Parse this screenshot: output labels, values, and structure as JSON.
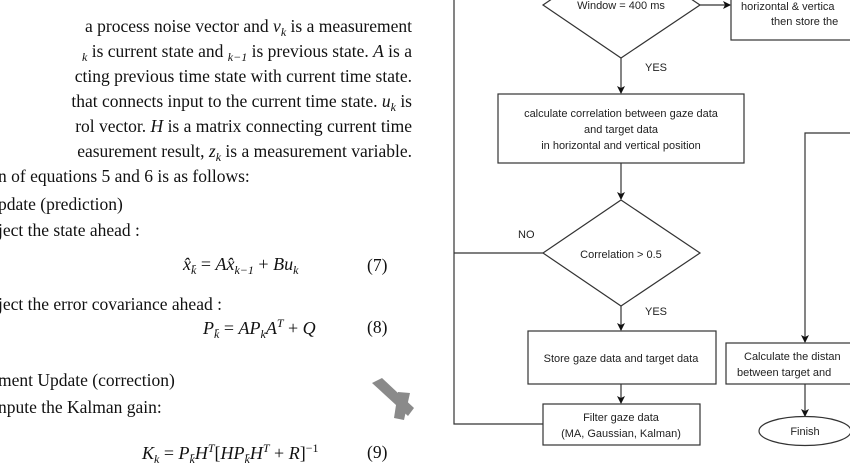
{
  "text_lines": [
    [
      {
        "t": "a process noise vector and "
      },
      {
        "t": "v",
        "s": "it"
      },
      {
        "t": "k",
        "s": "sub"
      },
      {
        "t": " is a measurement"
      }
    ],
    [
      {
        "t": "k",
        "s": "sub"
      },
      {
        "t": " is current state and "
      },
      {
        "t": "k−1",
        "s": "sub"
      },
      {
        "t": " is previous state. "
      },
      {
        "t": "A",
        "s": "it"
      },
      {
        "t": " is a"
      }
    ],
    [
      {
        "t": "cting previous time state with current time state."
      }
    ],
    [
      {
        "t": " that connects input to the current time state. "
      },
      {
        "t": "u",
        "s": "it"
      },
      {
        "t": "k",
        "s": "sub"
      },
      {
        "t": " is"
      }
    ],
    [
      {
        "t": "rol vector. "
      },
      {
        "t": "H",
        "s": "it"
      },
      {
        "t": " is a matrix connecting current time"
      }
    ],
    [
      {
        "t": "easurement result, "
      },
      {
        "t": "z",
        "s": "it"
      },
      {
        "t": "k",
        "s": "sub"
      },
      {
        "t": " is a measurement variable."
      }
    ],
    [
      {
        "t": "n of equations 5 and 6 is as follows:"
      }
    ],
    [
      {
        "t": "pdate (prediction)"
      }
    ],
    [
      {
        "t": "ject the state ahead :"
      }
    ],
    [
      {
        "t": "ject the error covariance ahead :"
      }
    ],
    [
      {
        "t": "ment Update (correction)"
      }
    ],
    [
      {
        "t": "npute the Kalman gain:"
      }
    ]
  ],
  "equations": [
    {
      "segments": [
        {
          "t": "x̂",
          "s": "it"
        },
        {
          "t": "k̄",
          "s": "sub"
        },
        {
          "t": " = "
        },
        {
          "t": "A",
          "s": "it"
        },
        {
          "t": "x̂",
          "s": "it"
        },
        {
          "t": "k−1",
          "s": "sub"
        },
        {
          "t": " + "
        },
        {
          "t": "Bu",
          "s": "it"
        },
        {
          "t": "k",
          "s": "sub"
        }
      ],
      "number": "(7)"
    },
    {
      "segments": [
        {
          "t": "P",
          "s": "it"
        },
        {
          "t": "k̄",
          "s": "sub"
        },
        {
          "t": " = "
        },
        {
          "t": "AP",
          "s": "it"
        },
        {
          "t": "k",
          "s": "sub"
        },
        {
          "t": "A",
          "s": "it"
        },
        {
          "t": "T",
          "s": "sup"
        },
        {
          "t": " + "
        },
        {
          "t": "Q",
          "s": "it"
        }
      ],
      "number": "(8)"
    },
    {
      "segments": [
        {
          "t": "K",
          "s": "it"
        },
        {
          "t": "k",
          "s": "sub"
        },
        {
          "t": " = "
        },
        {
          "t": "P",
          "s": "it"
        },
        {
          "t": "k̄",
          "s": "sub"
        },
        {
          "t": "H",
          "s": "it"
        },
        {
          "t": "T",
          "s": "sup"
        },
        {
          "t": "["
        },
        {
          "t": "HP",
          "s": "it"
        },
        {
          "t": "k̄",
          "s": "sub"
        },
        {
          "t": "H",
          "s": "it"
        },
        {
          "t": "T",
          "s": "sup"
        },
        {
          "t": " + "
        },
        {
          "t": "R",
          "s": "it"
        },
        {
          "t": "]"
        },
        {
          "t": "−1",
          "s": "supn"
        }
      ],
      "number": "(9)"
    }
  ],
  "flowchart": {
    "decision_window": "Window = 400 ms",
    "box_store_partial": [
      "horizontal & vertica",
      "then store the"
    ],
    "yes_label_1": "YES",
    "box_correlation": [
      "calculate correlation between gaze data",
      "and target data",
      "in horizontal and vertical position"
    ],
    "no_label": "NO",
    "decision_correlation": "Correlation > 0.5",
    "yes_label_2": "YES",
    "box_store": "Store gaze data and target data",
    "box_filter": [
      "Filter gaze data",
      "(MA, Gaussian, Kalman)"
    ],
    "box_distance_partial": [
      "Calculate the distan",
      "between target and"
    ],
    "terminal_finish": "Finish"
  },
  "colors": {
    "text": "#111111",
    "line": "#333333",
    "watermark": "#8a8a8a"
  }
}
